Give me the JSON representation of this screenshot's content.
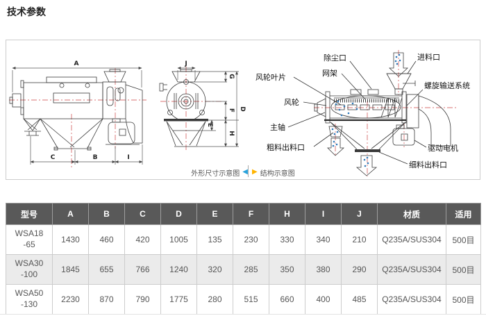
{
  "page": {
    "title": "技术参数"
  },
  "diagram": {
    "captions": {
      "left": "外形尺寸示意图",
      "left_arrow": "◀",
      "right": "结构示意图",
      "right_arrow": "▶"
    },
    "dims": {
      "A": "A",
      "B": "B",
      "C": "C",
      "D": "D",
      "E": "E",
      "F": "F",
      "G": "G",
      "H": "H",
      "I": "I",
      "J": "J"
    },
    "labels": {
      "fan_blade": "风轮叶片",
      "dust_port": "除尘口",
      "mesh_frame": "网架",
      "feed_inlet": "进料口",
      "screw_conveyor": "螺旋输送系统",
      "fan_wheel": "风轮",
      "main_shaft": "主轴",
      "coarse_outlet": "粗料出料口",
      "drive_motor": "驱动电机",
      "fine_outlet": "细料出料口"
    },
    "colors": {
      "left_arrow": "#29a3dc",
      "right_arrow": "#ffb400",
      "centerline": "#cc4444",
      "particles": "#2e78b8"
    }
  },
  "table": {
    "headers": [
      "型号",
      "A",
      "B",
      "C",
      "D",
      "E",
      "F",
      "H",
      "I",
      "J",
      "材质",
      "适用"
    ],
    "rows": [
      [
        "WSA18-65",
        "1430",
        "460",
        "420",
        "1005",
        "135",
        "230",
        "330",
        "340",
        "210",
        "Q235A/SUS304",
        "500目"
      ],
      [
        "WSA30-100",
        "1845",
        "655",
        "766",
        "1240",
        "320",
        "285",
        "350",
        "380",
        "290",
        "Q235A/SUS304",
        "500目"
      ],
      [
        "WSA50-130",
        "2230",
        "870",
        "790",
        "1775",
        "280",
        "515",
        "660",
        "400",
        "485",
        "Q235A/SUS304",
        "500目"
      ]
    ],
    "colors": {
      "header_bg": "#595959",
      "header_text": "#ffffff",
      "row_alt_bg": "#ebebeb",
      "border": "#cccccc",
      "text": "#555555"
    }
  }
}
